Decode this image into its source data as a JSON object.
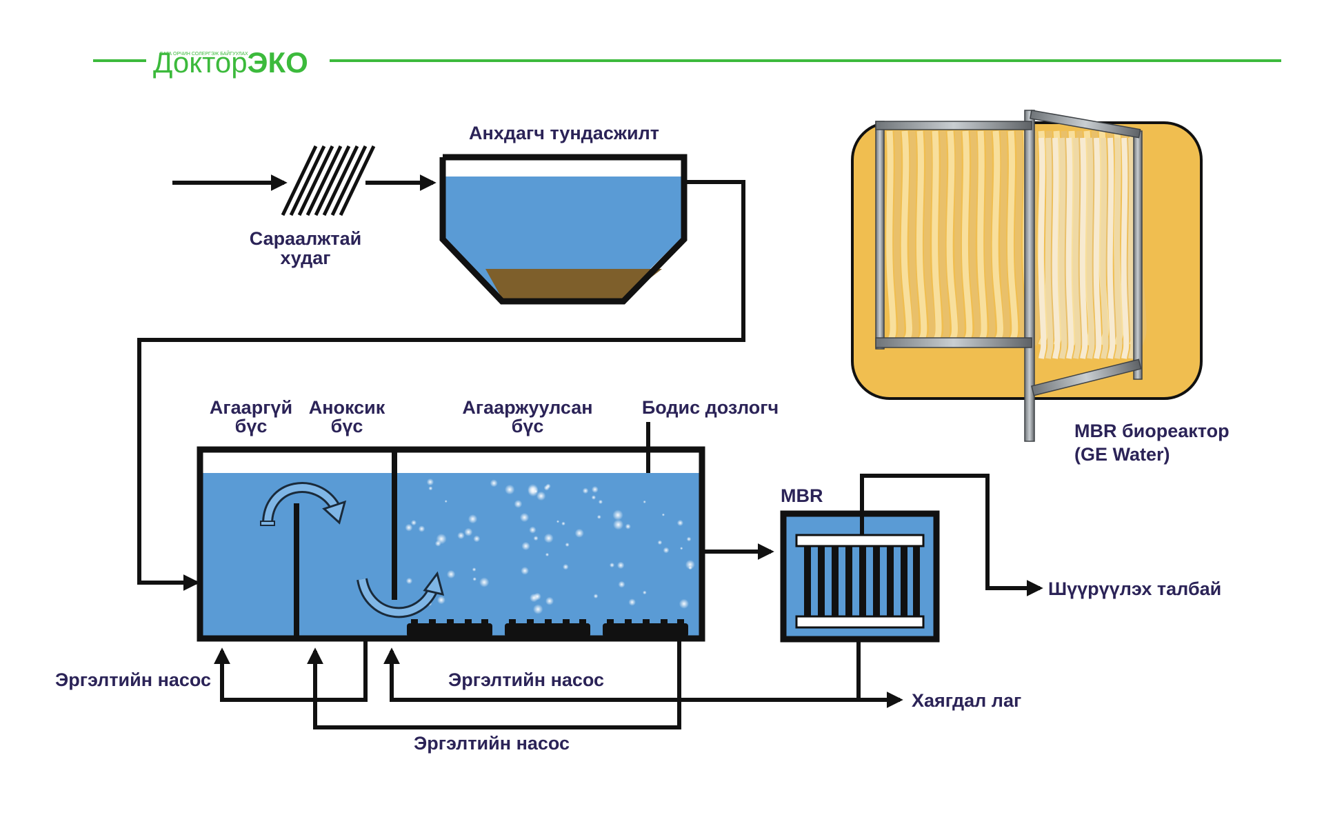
{
  "colors": {
    "green": "#3cba3c",
    "label": "#2b2357",
    "water": "#5a9bd5",
    "sludge": "#7e5f2b",
    "photo_bg": "#f0be50",
    "line": "#111111"
  },
  "brand": {
    "tagline": "БАГА ОРЧИН СОЛЕРГЭЖ БАЙГУУЛАХ",
    "name_part1": "Доктор",
    "name_part2": "ЭКО"
  },
  "labels": {
    "primary_settling": "Анхдагч тундасжилт",
    "screen_line1": "Сараалжтай",
    "screen_line2": "худаг",
    "anaerobic_line1": "Агааргүй",
    "anaerobic_line2": "бүс",
    "anoxic_line1": "Аноксик",
    "anoxic_line2": "бүс",
    "aerated_line1": "Агааржуулсан",
    "aerated_line2": "бүс",
    "dosing": "Бодис дозлогч",
    "mbr": "MBR",
    "bioreactor_line1": "MBR биореактор",
    "bioreactor_line2": "(GE Water)",
    "filtrate": "Шүүрүүлэх талбай",
    "waste_sludge": "Хаягдал лаг",
    "pump_left": "Эргэлтийн насос",
    "pump_middle": "Эргэлтийн насос",
    "pump_bottom": "Эргэлтийн насос"
  },
  "icons": {
    "arrow": "arrow-right-icon",
    "screen": "bar-screen-icon",
    "circulation": "curved-arrow-icon"
  }
}
